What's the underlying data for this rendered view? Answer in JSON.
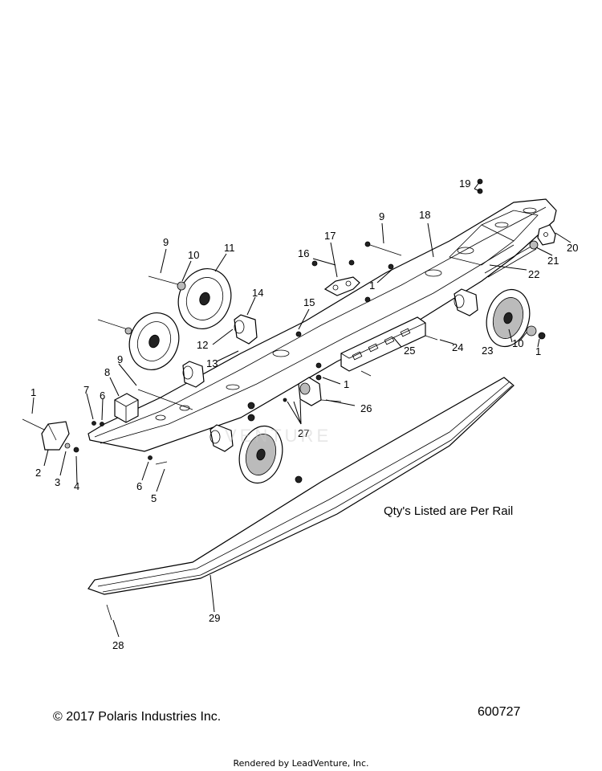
{
  "diagram": {
    "callouts": [
      "1",
      "2",
      "3",
      "4",
      "5",
      "6",
      "7",
      "8",
      "9",
      "10",
      "11",
      "12",
      "13",
      "14",
      "15",
      "16",
      "17",
      "18",
      "19",
      "20",
      "21",
      "22",
      "23",
      "24",
      "25",
      "26",
      "27",
      "28",
      "29"
    ],
    "note": "Qty's Listed are Per Rail",
    "watermark": "VENTURE",
    "copyright": "© 2017 Polaris Industries Inc.",
    "diagram_number": "600727",
    "rendered_by": "Rendered by LeadVenture, Inc."
  }
}
